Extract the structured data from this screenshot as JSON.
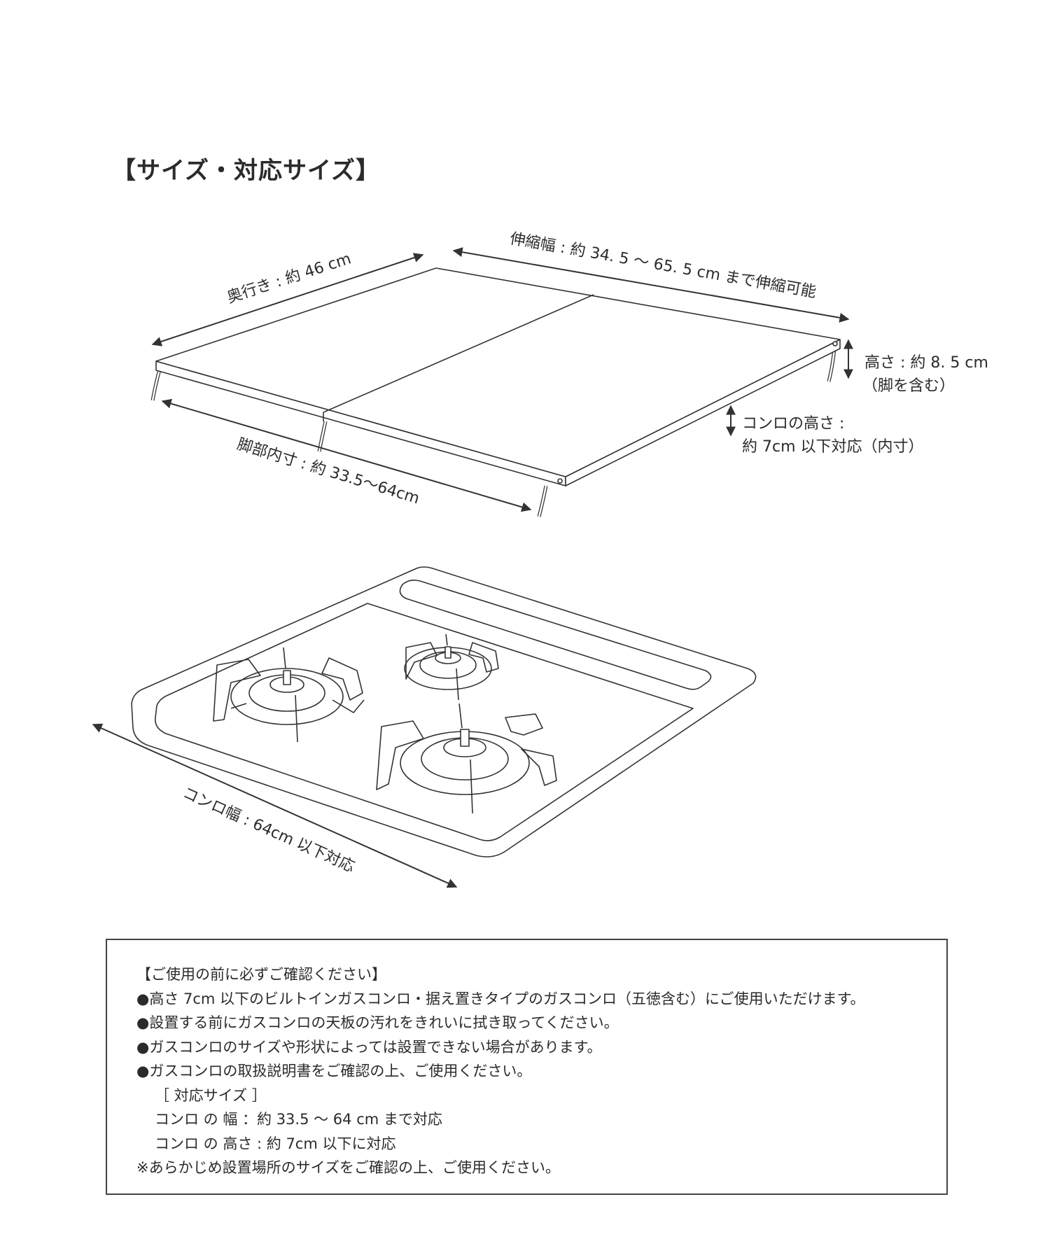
{
  "title": "【サイズ・対応サイズ】",
  "rack": {
    "depth_label": "奥行き : 約 46 cm",
    "width_label": "伸縮幅 : 約 34. 5 〜 65. 5 cm まで伸縮可能",
    "height_label_1": "高さ : 約 8. 5 cm",
    "height_label_2": "（脚を含む）",
    "stove_height_label_1": "コンロの高さ :",
    "stove_height_label_2": "約 7cm 以下対応（内寸）",
    "leg_inner_label": "脚部内寸 : 約 33.5〜64cm"
  },
  "stove": {
    "width_label": "コンロ幅 : 64cm 以下対応"
  },
  "notice": {
    "heading": "【ご使用の前に必ずご確認ください】",
    "bullets": [
      "●高さ 7cm 以下のビルトインガスコンロ・据え置きタイプのガスコンロ（五徳含む）にご使用いただけます。",
      "●設置する前にガスコンロの天板の汚れをきれいに拭き取ってください。",
      "●ガスコンロのサイズや形状によっては設置できない場合があります。",
      "●ガスコンロの取扱説明書をご確認の上、ご使用ください。"
    ],
    "sizes_heading": "［ 対応サイズ ］",
    "size_width": "コンロ の 幅 ：約 33.5 〜 64 cm まで対応",
    "size_height": "コンロ の 高さ : 約 7cm 以下に対応",
    "footnote": "※あらかじめ設置場所のサイズをご確認の上、ご使用ください。"
  },
  "colors": {
    "line": "#333333",
    "text": "#2b2b2b"
  }
}
